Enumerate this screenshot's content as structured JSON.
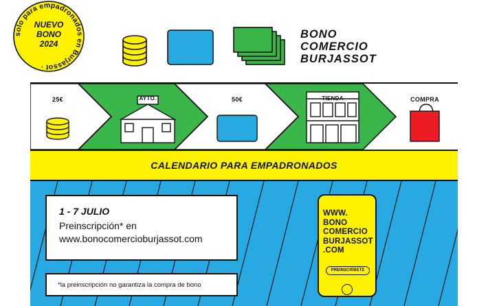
{
  "badge": {
    "line1": "NUEVO",
    "line2": "BONO",
    "line3": "2024",
    "ring_text": "solo para empadronados en Burjassot ·"
  },
  "brand": {
    "line1": "BONO",
    "line2": "COMERCIO",
    "line3": "BURJASSOT"
  },
  "flow": {
    "step1_label": "25€",
    "step2_label": "AYTO.",
    "step3_label": "50€",
    "step4_label": "TIENDA",
    "step5_label": "COMPRA"
  },
  "calendar": {
    "title": "CALENDARIO PARA EMPADRONADOS"
  },
  "info": {
    "date": "1 - 7 JULIO",
    "line1": "Preinscripción* en",
    "line2": "www.bonocomercioburjassot.com",
    "note": "*la preinscripción no garantiza la compra de bono"
  },
  "phone": {
    "line1": "WWW.",
    "line2": "BONO",
    "line3": "COMERCIO",
    "line4": "BURJASSOT",
    "line5": ".COM",
    "button": "PREINSCRÍBETE"
  },
  "colors": {
    "yellow": "#fff200",
    "green": "#3ab54a",
    "blue": "#29a9e1",
    "red": "#ed1c24",
    "black": "#111111"
  }
}
